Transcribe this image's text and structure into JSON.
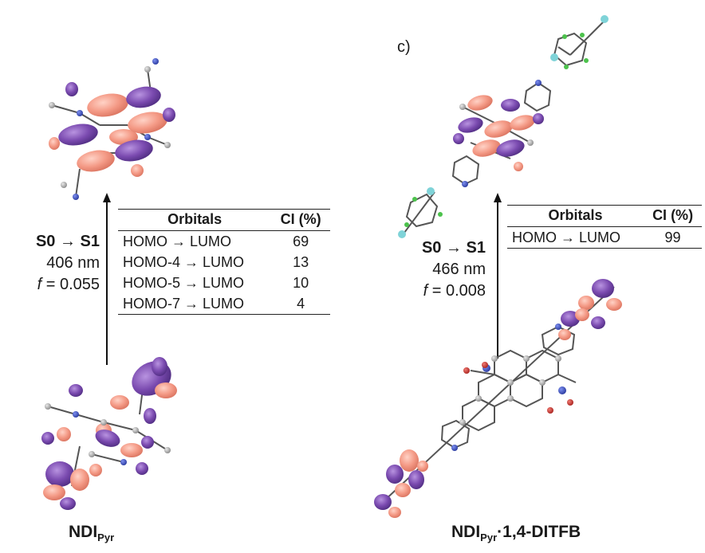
{
  "panel_left": {
    "label": "",
    "transition": {
      "states": "S0 → S1",
      "wavelength": "406 nm",
      "f_symbol": "f",
      "f_value": " = 0.055"
    },
    "table": {
      "headers": [
        "Orbitals",
        "CI (%)"
      ],
      "rows": [
        [
          "HOMO → LUMO",
          "69"
        ],
        [
          "HOMO-4 → LUMO",
          "13"
        ],
        [
          "HOMO-5 → LUMO",
          "10"
        ],
        [
          "HOMO-7 → LUMO",
          "4"
        ]
      ]
    },
    "caption": {
      "main": "NDI",
      "sub": "Pyr",
      "rest": ""
    }
  },
  "panel_right": {
    "label": "c)",
    "transition": {
      "states": "S0 → S1",
      "wavelength": "466 nm",
      "f_symbol": "f",
      "f_value": " = 0.008"
    },
    "table": {
      "headers": [
        "Orbitals",
        "CI (%)"
      ],
      "rows": [
        [
          "HOMO → LUMO",
          "99"
        ]
      ]
    },
    "caption": {
      "main": "NDI",
      "sub": "Pyr",
      "rest": "·1,4-DITFB"
    }
  },
  "colors": {
    "lobe_positive": "#f49a86",
    "lobe_negative": "#7b4bb0",
    "carbon": "#9a9a9a",
    "nitrogen": "#3a4fc4",
    "oxygen": "#c8322c",
    "fluorine": "#4cc24c",
    "iodine": "#7fd3d8"
  }
}
